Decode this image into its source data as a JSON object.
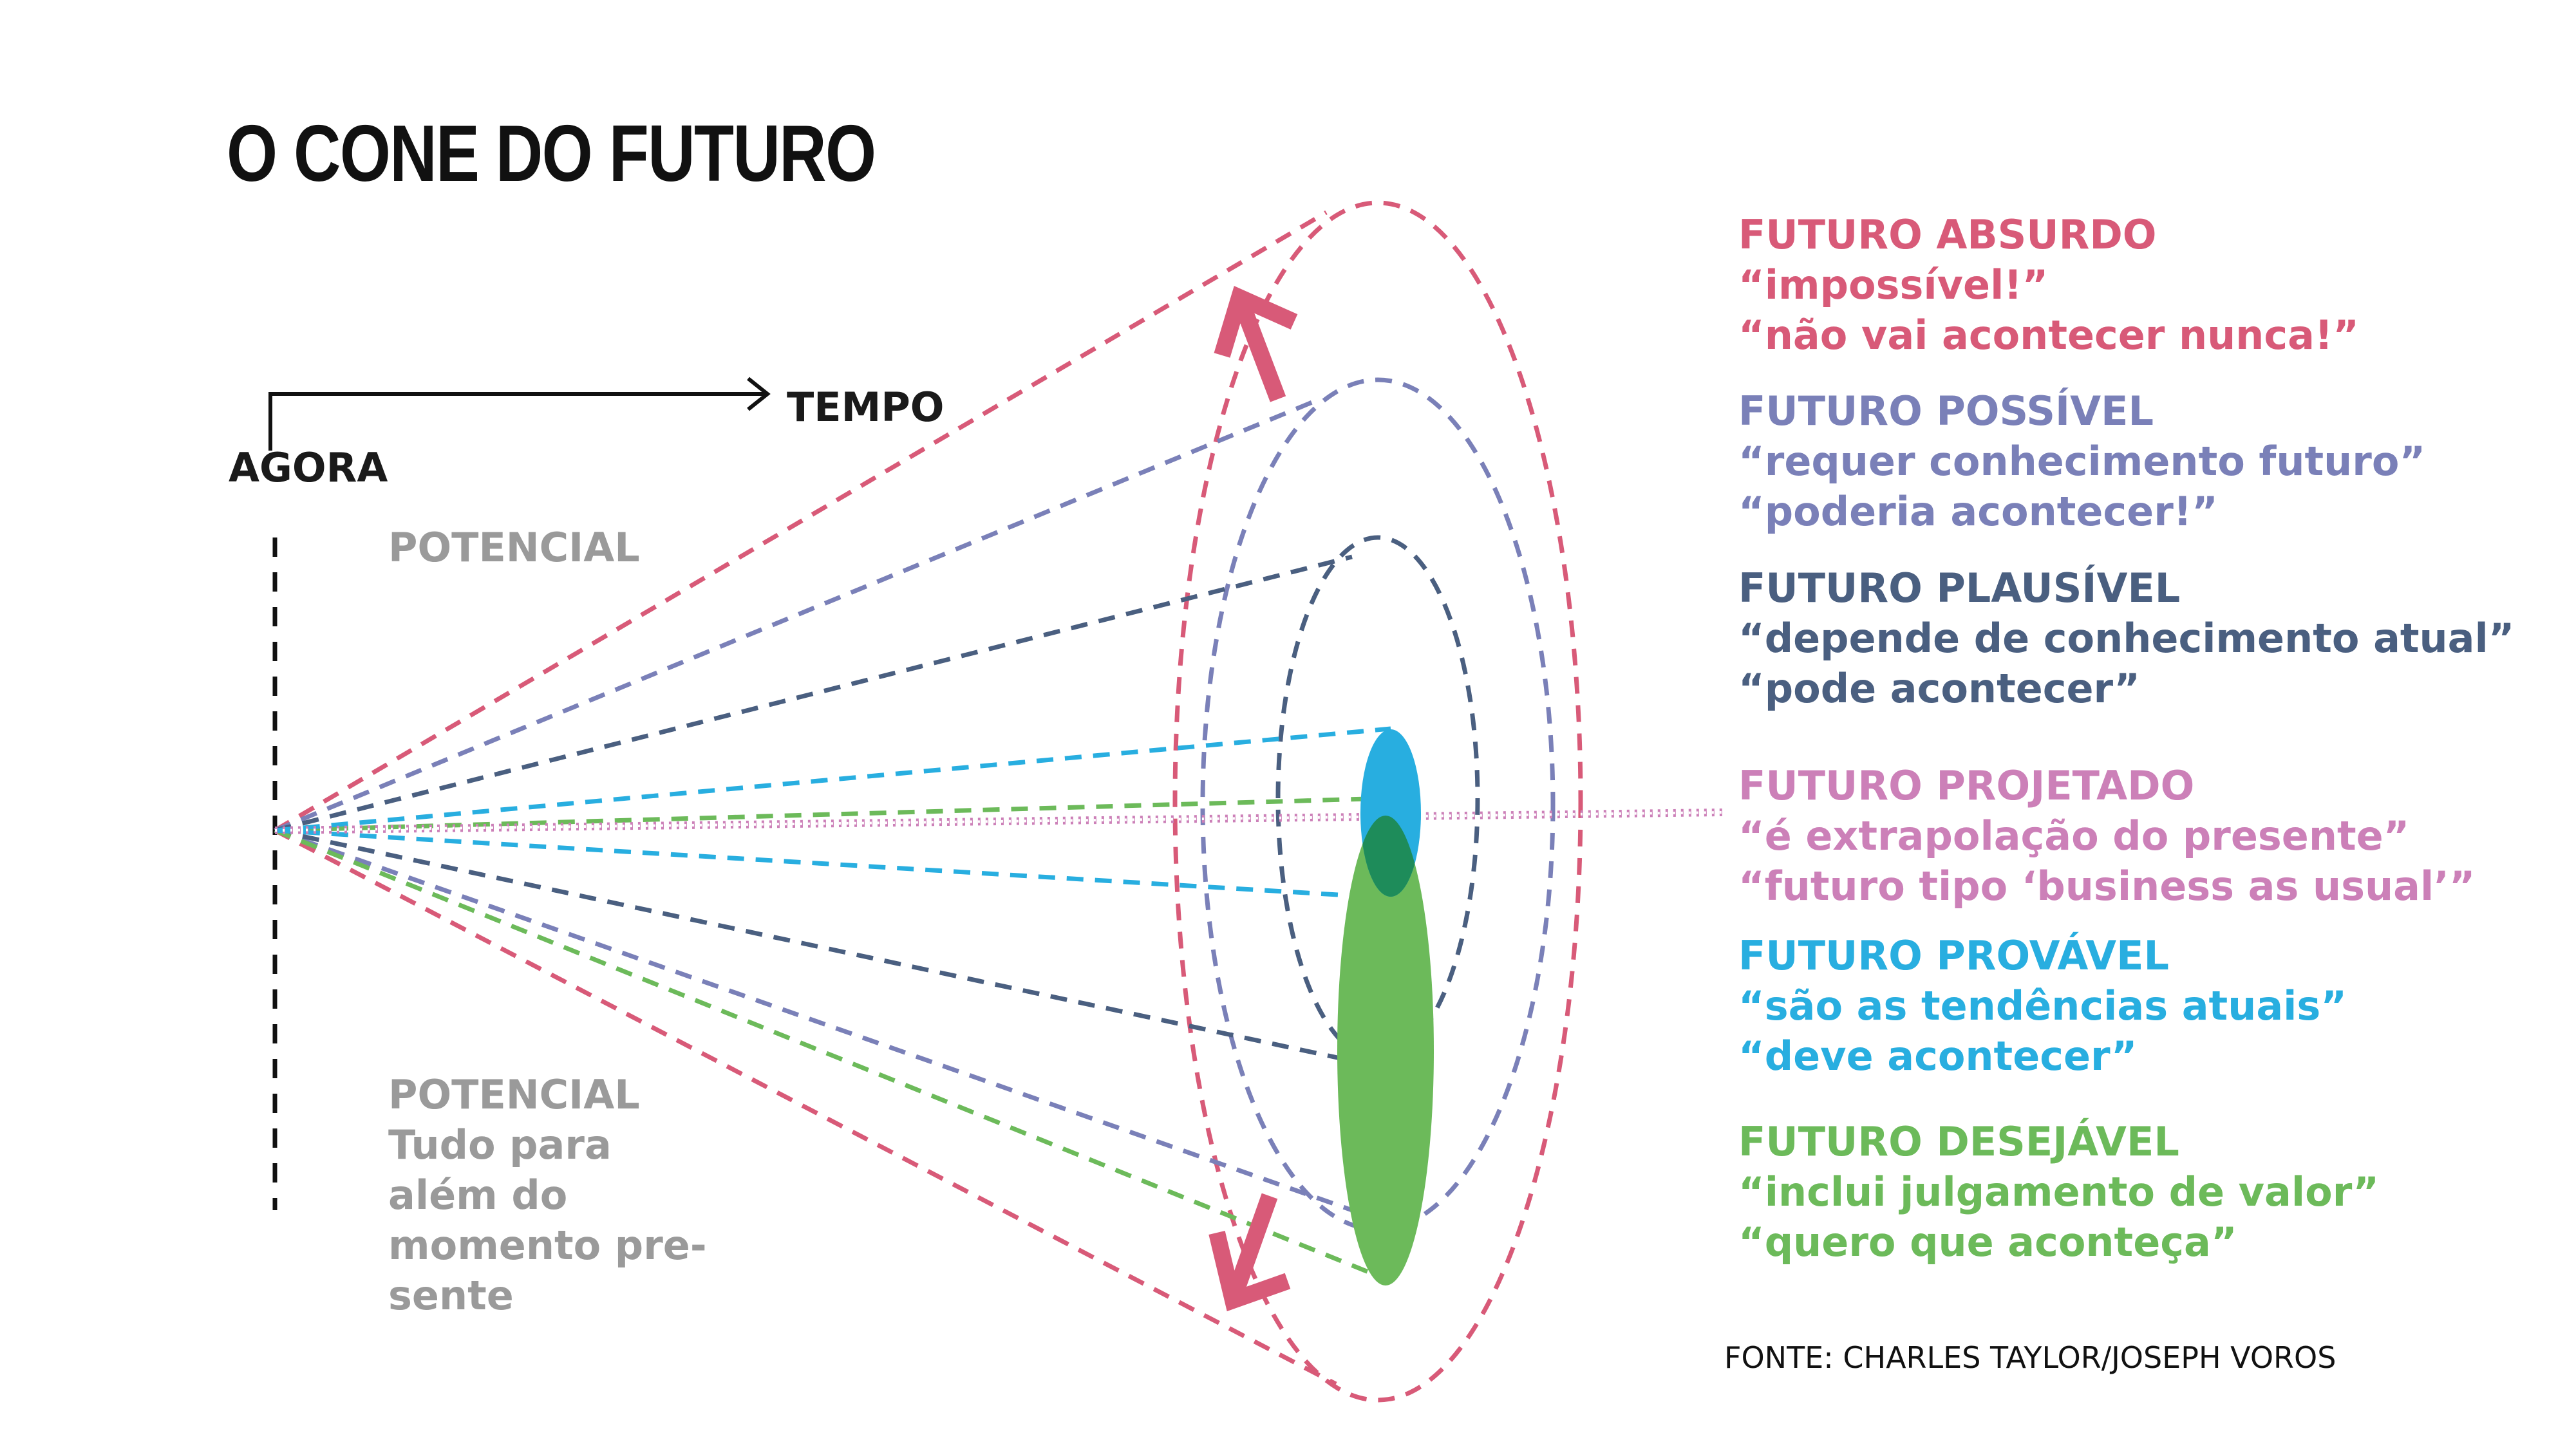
{
  "title": "O CONE DO FUTURO",
  "axis": {
    "time_label": "TEMPO",
    "now_label": "AGORA"
  },
  "potential_top": "POTENCIAL",
  "potential_bottom": {
    "heading": "POTENCIAL",
    "lines": [
      "Tudo para",
      "além do",
      "momento pre-",
      "sente"
    ]
  },
  "legend": [
    {
      "title": "FUTURO ABSURDO",
      "quote1": "“impossível!”",
      "quote2": "“não vai acontecer nunca!”",
      "color": "#d85a78"
    },
    {
      "title": "FUTURO POSSÍVEL",
      "quote1": "“requer conhecimento futuro”",
      "quote2": "“poderia acontecer!”",
      "color": "#7a80b8"
    },
    {
      "title": "FUTURO PLAUSÍVEL",
      "quote1": "“depende de conhecimento atual”",
      "quote2": "“pode acontecer”",
      "color": "#4a5f80"
    },
    {
      "title": "FUTURO PROJETADO",
      "quote1": "“é extrapolação do presente”",
      "quote2": "“futuro tipo ‘business as usual’”",
      "color": "#cc80b8"
    },
    {
      "title": "FUTURO PROVÁVEL",
      "quote1": "“são as tendências atuais”",
      "quote2": "“deve acontecer”",
      "color": "#28aee0"
    },
    {
      "title": "FUTURO DESEJÁVEL",
      "quote1": "“inclui julgamento de valor”",
      "quote2": "“quero que aconteça”",
      "color": "#6cba5a"
    }
  ],
  "source": "FONTE: CHARLES TAYLOR/JOSEPH VOROS",
  "colors": {
    "absurd": "#d85a78",
    "possible": "#7a80b8",
    "plausible": "#4a5f80",
    "projected": "#cc80b8",
    "probable": "#28aee0",
    "preferable": "#6cba5a",
    "overlap": "#1e8c5a",
    "axis": "#111111"
  },
  "icons": [
    "time-arrow-icon",
    "expand-up-arrow-icon",
    "expand-down-arrow-icon"
  ]
}
